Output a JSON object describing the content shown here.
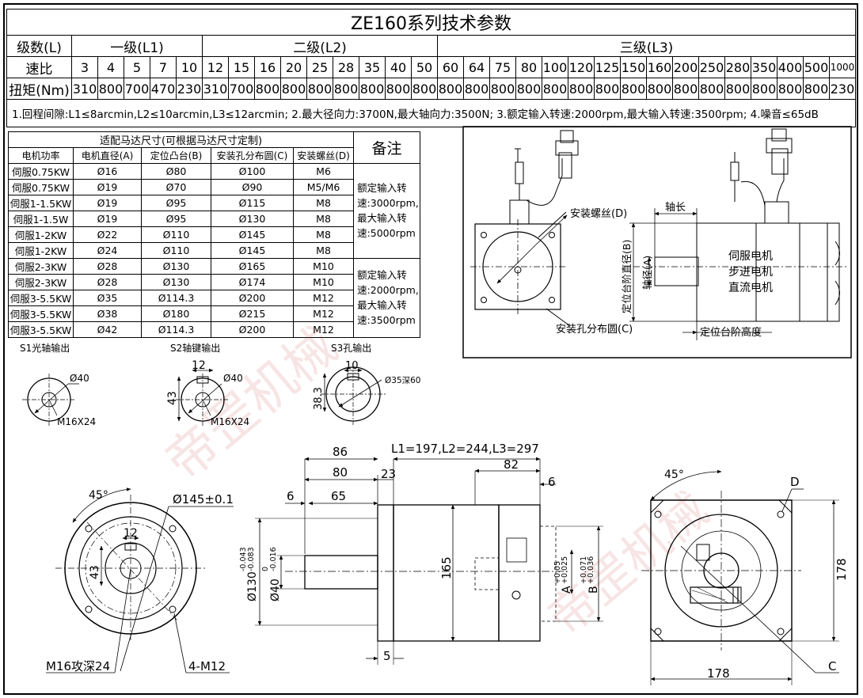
{
  "title": "ZE160系列技术参数",
  "stage_row": {
    "label": "级数(L)",
    "l1": "一级(L1)",
    "l2": "二级(L2)",
    "l3": "三级(L3)"
  },
  "ratio_row": {
    "label": "速比",
    "values": [
      "3",
      "4",
      "5",
      "7",
      "10",
      "12",
      "15",
      "16",
      "20",
      "25",
      "28",
      "35",
      "40",
      "50",
      "60",
      "64",
      "75",
      "80",
      "100",
      "120",
      "125",
      "150",
      "160",
      "200",
      "250",
      "280",
      "350",
      "400",
      "500",
      "1000"
    ]
  },
  "torque_row": {
    "label": "扭矩(Nm)",
    "values": [
      "310",
      "800",
      "700",
      "470",
      "230",
      "310",
      "700",
      "800",
      "800",
      "800",
      "800",
      "800",
      "800",
      "800",
      "800",
      "800",
      "800",
      "800",
      "800",
      "800",
      "800",
      "800",
      "800",
      "800",
      "800",
      "800",
      "800",
      "800",
      "800",
      "230"
    ]
  },
  "notes": "1.回程间隙:L1≤8arcmin,L2≤10arcmin,L3≤12arcmin; 2.最大径向力:3700N,最大轴向力:3500N; 3.额定输入转速:2000rpm,最大输入转速:3500rpm; 4.噪音≤65dB",
  "motor_table": {
    "title": "适配马达尺寸(可根据马达尺寸定制)",
    "remark_header": "备注",
    "columns": [
      "电机功率",
      "电机直径(A)",
      "定位凸台(B)",
      "安装孔分布圆(C)",
      "安装螺丝(D)"
    ],
    "rows": [
      [
        "伺服0.75KW",
        "Ø16",
        "Ø80",
        "Ø100",
        "M6"
      ],
      [
        "伺服0.75KW",
        "Ø19",
        "Ø70",
        "Ø90",
        "M5/M6"
      ],
      [
        "伺服1-1.5KW",
        "Ø19",
        "Ø95",
        "Ø115",
        "M8"
      ],
      [
        "伺服1-1.5W",
        "Ø19",
        "Ø95",
        "Ø130",
        "M8"
      ],
      [
        "伺服1-2KW",
        "Ø22",
        "Ø110",
        "Ø145",
        "M8"
      ],
      [
        "伺服1-2KW",
        "Ø24",
        "Ø110",
        "Ø145",
        "M8"
      ],
      [
        "伺服2-3KW",
        "Ø28",
        "Ø130",
        "Ø165",
        "M10"
      ],
      [
        "伺服2-3KW",
        "Ø28",
        "Ø130",
        "Ø174",
        "M10"
      ],
      [
        "伺服3-5.5KW",
        "Ø35",
        "Ø114.3",
        "Ø200",
        "M12"
      ],
      [
        "伺服3-5.5KW",
        "Ø38",
        "Ø180",
        "Ø215",
        "M12"
      ],
      [
        "伺服3-5.5KW",
        "Ø42",
        "Ø114.3",
        "Ø200",
        "M12"
      ]
    ],
    "remark_1": "额定输入转速:3000rpm,最大输入转速:5000rpm",
    "remark_2": "额定输入转速:2000rpm,最大输入转速:3500rpm"
  },
  "motor_diagram": {
    "screw": "安装螺丝(D)",
    "shaft_len": "轴长",
    "boss_dia": "定位台阶直径(B)",
    "shaft_dia": "轴径(A)",
    "motor_types": [
      "伺服电机",
      "步进电机",
      "直流电机"
    ],
    "hole_circle": "安装孔分布圆(C)",
    "boss_height": "定位台阶高度"
  },
  "shafts": {
    "s1": {
      "title": "S1光轴输出",
      "dia": "Ø40",
      "thread": "M16X24"
    },
    "s2": {
      "title": "S2轴键输出",
      "key": "12",
      "height": "43",
      "dia": "Ø40",
      "thread": "M16X24"
    },
    "s3": {
      "title": "S3孔输出",
      "key": "10",
      "height": "38.3",
      "bore": "Ø35深60"
    }
  },
  "front_view": {
    "angle": "45°",
    "pcd": "Ø145±0.1",
    "key": "12",
    "height": "43",
    "tap": "M16攻深24",
    "holes": "4-M12"
  },
  "side_view": {
    "d86": "86",
    "d80": "80",
    "d23": "23",
    "d6": "6",
    "d65": "65",
    "length": "L1=197,L2=244,L3=297",
    "d82": "82",
    "d6b": "6",
    "d165": "165",
    "d5": "5",
    "dia130": "Ø130",
    "tol130_up": "-0.043",
    "tol130_dn": "-0.083",
    "dia40": "Ø40",
    "tol40_up": "0",
    "tol40_dn": "-0.016",
    "a": "A",
    "a_up": "+0.05",
    "a_dn": "+0.025",
    "b": "B",
    "b_up": "+0.071",
    "b_dn": "+0.036"
  },
  "rear_view": {
    "angle": "45°",
    "d": "D",
    "c": "C",
    "w": "178",
    "h": "178"
  },
  "watermark": "帝罡机械"
}
